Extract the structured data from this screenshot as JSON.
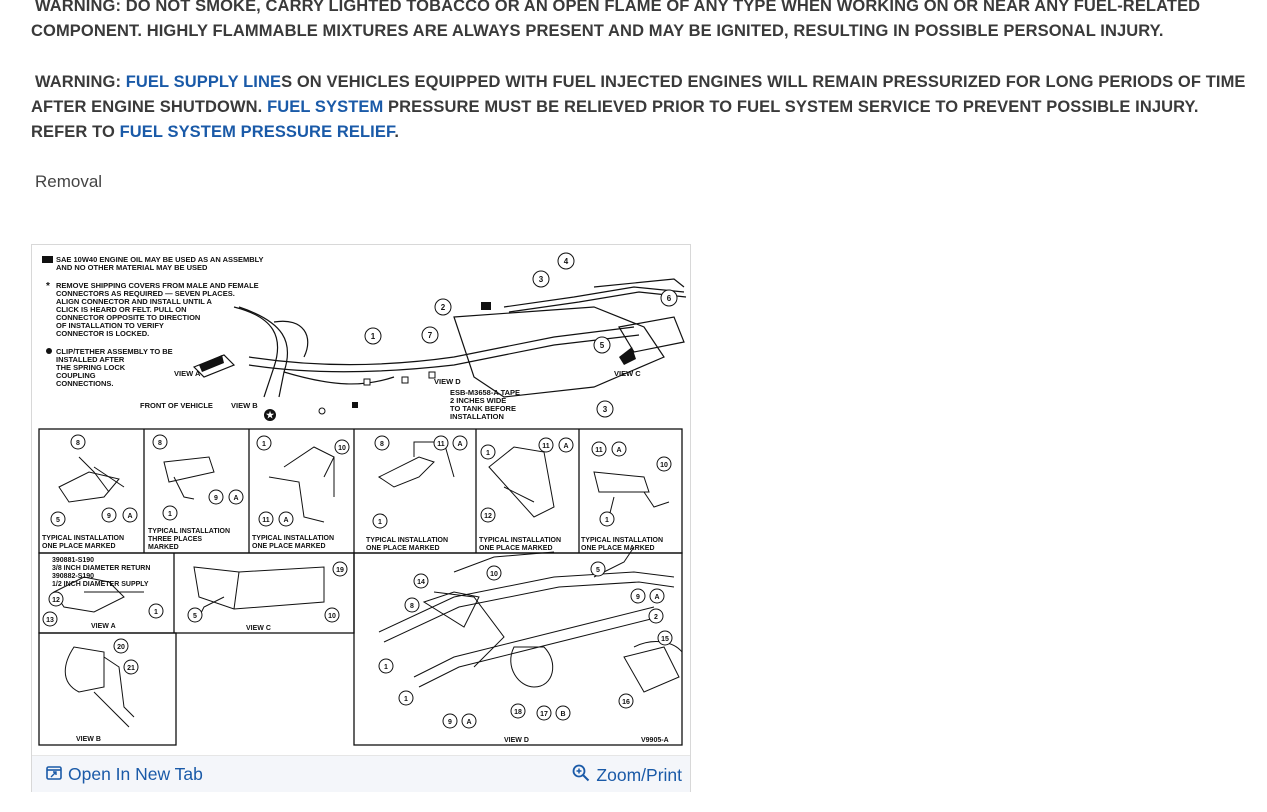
{
  "warning1": {
    "line1": "WARNING: DO NOT SMOKE, CARRY LIGHTED TOBACCO OR AN OPEN FLAME OF ANY TYPE WHEN WORKING ON OR NEAR ANY FUEL-RELATED",
    "line2": "COMPONENT. HIGHLY FLAMMABLE MIXTURES ARE ALWAYS PRESENT AND MAY BE IGNITED, RESULTING IN POSSIBLE PERSONAL INJURY."
  },
  "warning2": {
    "prefix": "WARNING: ",
    "link1": "FUEL SUPPLY LINE",
    "text1": "S ON VEHICLES EQUIPPED WITH FUEL INJECTED ENGINES WILL REMAIN PRESSURIZED FOR LONG PERIODS OF TIME AFTER ENGINE SHUTDOWN. ",
    "link2": "FUEL SYSTEM",
    "text2": " PRESSURE MUST BE RELIEVED PRIOR TO FUEL SYSTEM SERVICE TO PREVENT POSSIBLE INJURY. REFER TO ",
    "link3": "FUEL SYSTEM PRESSURE RELIEF",
    "text3": "."
  },
  "section_heading": "Removal",
  "diagram": {
    "note_oil_1": "SAE 10W40 ENGINE OIL MAY BE USED AS AN ASSEMBLY",
    "note_oil_2": "AND NO OTHER MATERIAL MAY BE USED",
    "note_remove_1": "REMOVE SHIPPING COVERS FROM MALE AND FEMALE",
    "note_remove_2": "CONNECTORS AS REQUIRED — SEVEN PLACES.",
    "note_remove_3": "ALIGN CONNECTOR AND INSTALL UNTIL A",
    "note_remove_4": "CLICK IS HEARD OR FELT. PULL ON",
    "note_remove_5": "CONNECTOR OPPOSITE TO DIRECTION",
    "note_remove_6": "OF INSTALLATION TO VERIFY",
    "note_remove_7": "CONNECTOR IS LOCKED.",
    "note_clip_1": "CLIP/TETHER ASSEMBLY TO BE",
    "note_clip_2": "INSTALLED AFTER",
    "note_clip_3": "THE SPRING LOCK",
    "note_clip_4": "COUPLING",
    "note_clip_5": "CONNECTIONS.",
    "view_a": "VIEW A",
    "view_b": "VIEW B",
    "view_c": "VIEW C",
    "view_d": "VIEW D",
    "front_of_vehicle": "FRONT OF VEHICLE",
    "tape_1": "ESB-M3658-A TAPE",
    "tape_2": "2 INCHES WIDE",
    "tape_3": "TO TANK BEFORE",
    "tape_4": "INSTALLATION",
    "typ_install": "TYPICAL INSTALLATION",
    "one_place_marked": "ONE PLACE MARKED",
    "three_places": "THREE PLACES",
    "marked": "MARKED",
    "part_1": "390881-S190",
    "part_1_desc": "3/8 INCH DIAMETER RETURN",
    "part_2": "390882-S190",
    "part_2_desc": "1/2 INCH DIAMETER SUPPLY",
    "figure_code": "V9905-A"
  },
  "footer": {
    "open_new_tab": "Open In New Tab",
    "zoom_print": "Zoom/Print"
  },
  "colors": {
    "link": "#1a5aa8",
    "text": "#3a3a3a"
  },
  "icons": {
    "open_tab": "open-new-tab-icon",
    "zoom": "zoom-in-icon"
  }
}
